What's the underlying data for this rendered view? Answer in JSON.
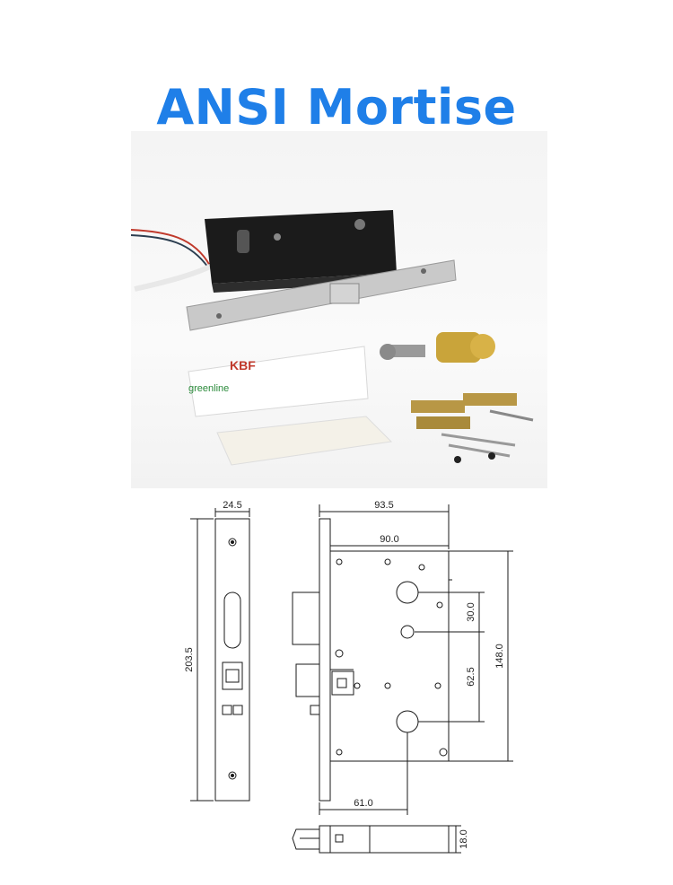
{
  "title": "ANSI Mortise",
  "photo": {
    "kit_label_strip": "KBF",
    "kit_label_brand": "greenline"
  },
  "drawing": {
    "faceplate_width": "24.5",
    "faceplate_height": "203.5",
    "body_overall_width": "93.5",
    "body_width": "90.0",
    "spindle_spacing_30": "30.0",
    "spindle_spacing_62": "62.5",
    "body_height": "148.0",
    "backset": "61.0",
    "thickness": "18.0"
  },
  "colors": {
    "title_blue": "#1f7fe8",
    "line": "#1a1a1a"
  }
}
